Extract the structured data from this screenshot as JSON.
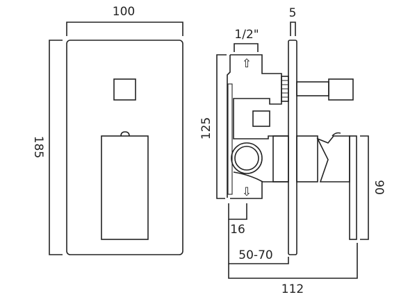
{
  "front_view": {
    "width_dim": "100",
    "height_dim": "185"
  },
  "side_view": {
    "plate_thickness_dim": "5",
    "inlet_dim": "1/2\"",
    "body_height_dim": "125",
    "outlet_dim": "16",
    "depth_range_dim": "50-70",
    "total_depth_dim": "112",
    "lever_height_dim": "90"
  },
  "colors": {
    "line": "#222222",
    "background": "#ffffff"
  }
}
